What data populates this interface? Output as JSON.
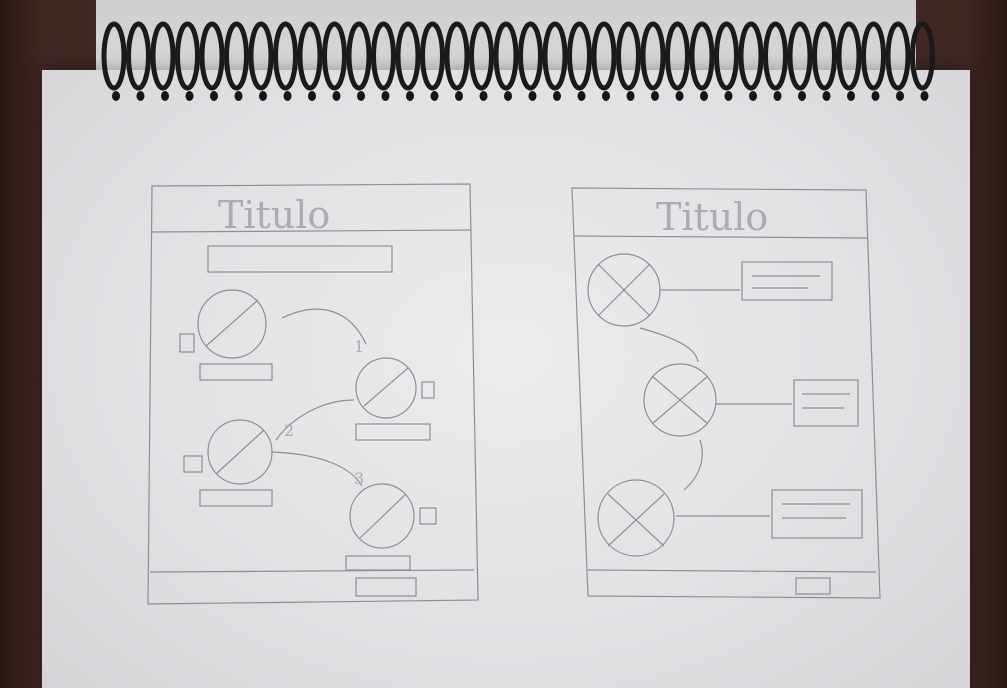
{
  "photo": {
    "subject": "pencil wireframe sketches on a spiral notebook page",
    "colors": {
      "table": "#3e2723",
      "paper": "#e4e3e6",
      "pencil": "#8f8e94",
      "coil": "#1a1a1a"
    }
  },
  "sketch_left": {
    "title": "Titulo",
    "subtitle": "",
    "step_labels": [
      "1",
      "2",
      "3"
    ],
    "footer_text": ""
  },
  "sketch_right": {
    "title": "Titulo",
    "footer_text": ""
  }
}
